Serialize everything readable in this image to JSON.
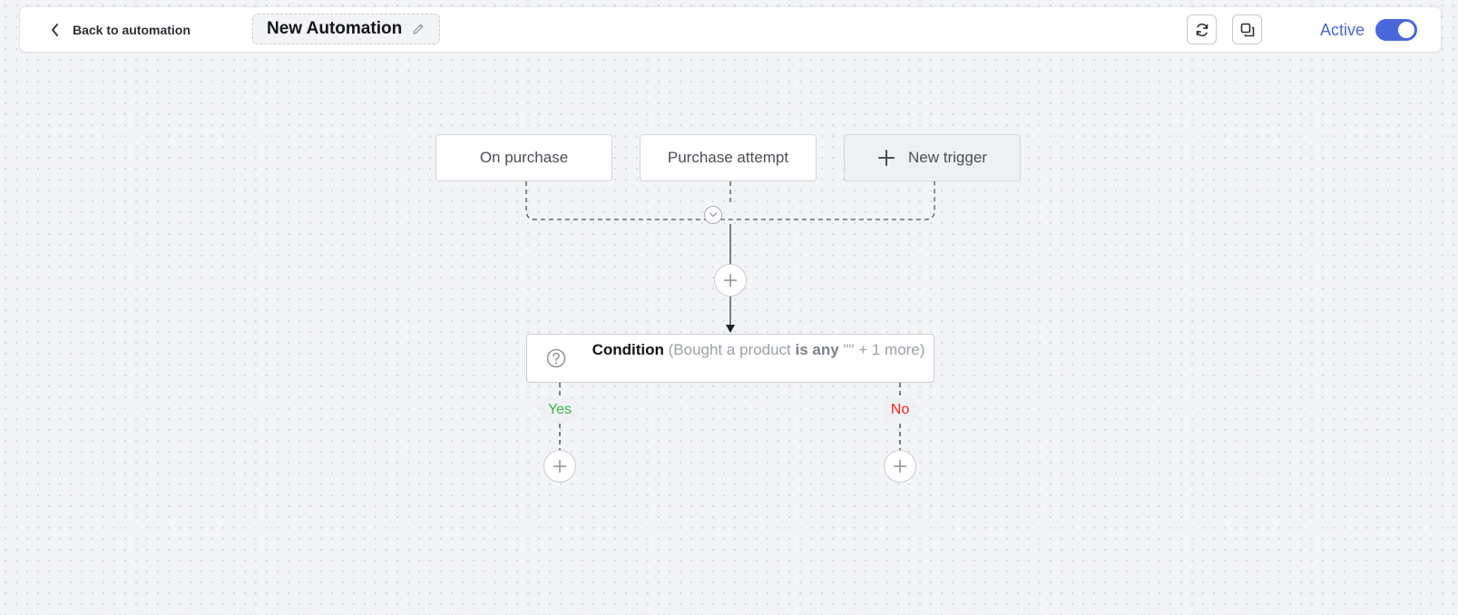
{
  "header": {
    "back_label": "Back to automation",
    "title": "New Automation",
    "status_label": "Active",
    "active": true
  },
  "triggers": {
    "items": [
      "On purchase",
      "Purchase attempt"
    ],
    "new_label": "New trigger"
  },
  "condition": {
    "title": "Condition",
    "detail_open": "(Bought a product ",
    "operator": "is any",
    "detail_close": " \"\" + 1 more)"
  },
  "branches": {
    "yes_label": "Yes",
    "no_label": "No"
  },
  "colors": {
    "accent": "#4a67db",
    "yes": "#35b84a",
    "no": "#ff1f1f"
  },
  "icons": {
    "back": "chevron-left-icon",
    "edit": "pencil-icon",
    "refresh": "refresh-icon",
    "duplicate": "copy-icon",
    "add": "plus-icon",
    "merge": "chevron-down-icon",
    "condition": "question-circle-icon"
  }
}
